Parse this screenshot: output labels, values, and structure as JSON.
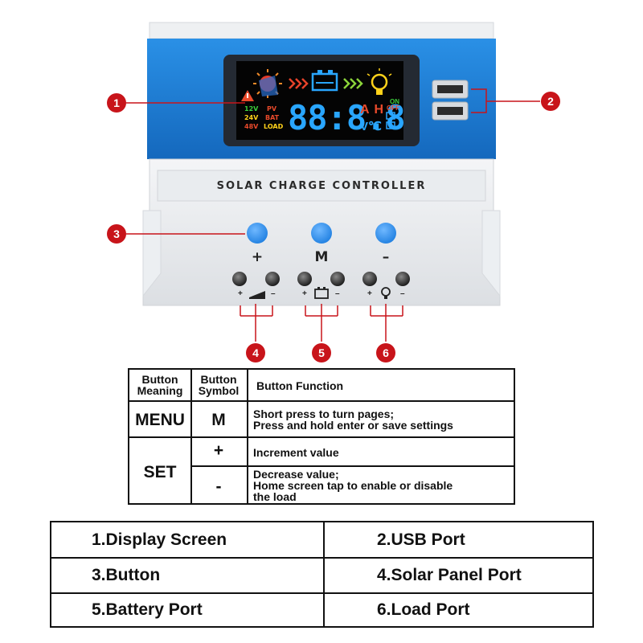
{
  "lcd": {
    "voltages": [
      "12V",
      "24V",
      "48V"
    ],
    "voltage_colors": [
      "#3cd03c",
      "#ffd21a",
      "#e94a2b"
    ],
    "mode_labels": [
      "PV",
      "BAT",
      "LOAD"
    ],
    "digits": "88:8.8",
    "units_ah": "AH",
    "units_vc": "V℃",
    "on_label": "ON",
    "off_label": "OFF"
  },
  "brand_text": "SOLAR CHARGE CONTROLLER",
  "buttons": [
    {
      "symbol": "+"
    },
    {
      "symbol": "M"
    },
    {
      "symbol": "–"
    }
  ],
  "polarity": {
    "plus": "+",
    "minus": "–"
  },
  "callouts": [
    "1",
    "2",
    "3",
    "4",
    "5",
    "6"
  ],
  "button_table": {
    "headers": [
      "Button\nMeaning",
      "Button\nSymbol",
      "Button Function"
    ],
    "rows": [
      {
        "meaning": "MENU",
        "symbol": "M",
        "function": "Short press to turn pages;\nPress and hold enter or save settings"
      },
      {
        "meaning": "SET",
        "symbol": "+",
        "function": "Increment value"
      },
      {
        "meaning": "",
        "symbol": "-",
        "function": "Decrease value;\nHome screen tap to enable or disable\nthe load"
      }
    ]
  },
  "legend": [
    "1.Display Screen",
    "2.USB Port",
    "3.Button",
    "4.Solar Panel Port",
    "5.Battery Port",
    "6.Load Port"
  ],
  "colors": {
    "body_blue": "#1c7fd6",
    "callout_red": "#c8141a",
    "button_blue": "#2f8ff0"
  }
}
